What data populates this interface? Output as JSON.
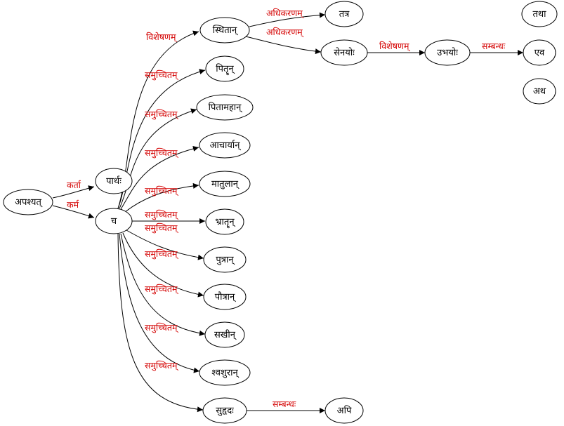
{
  "graph": {
    "label_color": "#d40000",
    "nodes": [
      {
        "id": "apashyat",
        "label": "अपश्यत्"
      },
      {
        "id": "parthah",
        "label": "पार्थः"
      },
      {
        "id": "ca",
        "label": "च"
      },
      {
        "id": "sthitan",
        "label": "स्थितान्"
      },
      {
        "id": "pitrn",
        "label": "पितॄन्"
      },
      {
        "id": "pitamahan",
        "label": "पितामहान्"
      },
      {
        "id": "acaryan",
        "label": "आचार्यान्"
      },
      {
        "id": "matulan",
        "label": "मातुलान्"
      },
      {
        "id": "bhratrn",
        "label": "भ्रातॄन्"
      },
      {
        "id": "putran",
        "label": "पुत्रान्"
      },
      {
        "id": "pautran",
        "label": "पौत्रान्"
      },
      {
        "id": "sakhin",
        "label": "सखीन्"
      },
      {
        "id": "shvashuran",
        "label": "श्वशुरान्"
      },
      {
        "id": "suhrdah",
        "label": "सुहृदः"
      },
      {
        "id": "tatra",
        "label": "तत्र"
      },
      {
        "id": "senayoh",
        "label": "सेनयोः"
      },
      {
        "id": "ubhayoh",
        "label": "उभयोः"
      },
      {
        "id": "eva",
        "label": "एव"
      },
      {
        "id": "api",
        "label": "अपि"
      },
      {
        "id": "tatha",
        "label": "तथा"
      },
      {
        "id": "atha",
        "label": "अथ"
      }
    ],
    "edges": [
      {
        "from": "apashyat",
        "to": "parthah",
        "label": "कर्ता"
      },
      {
        "from": "apashyat",
        "to": "ca",
        "label": "कर्म"
      },
      {
        "from": "ca",
        "to": "sthitan",
        "label": "विशेषणम्"
      },
      {
        "from": "ca",
        "to": "pitrn",
        "label": "समुच्चितम्"
      },
      {
        "from": "ca",
        "to": "pitamahan",
        "label": "समुच्चितम्"
      },
      {
        "from": "ca",
        "to": "acaryan",
        "label": "समुच्चितम्"
      },
      {
        "from": "ca",
        "to": "matulan",
        "label": "समुच्चितम्"
      },
      {
        "from": "ca",
        "to": "bhratrn",
        "label": "समुच्चितम्"
      },
      {
        "from": "ca",
        "to": "putran",
        "label": "समुच्चितम्"
      },
      {
        "from": "ca",
        "to": "pautran",
        "label": "समुच्चितम्"
      },
      {
        "from": "ca",
        "to": "sakhin",
        "label": "समुच्चितम्"
      },
      {
        "from": "ca",
        "to": "shvashuran",
        "label": "समुच्चितम्"
      },
      {
        "from": "ca",
        "to": "suhrdah",
        "label": "समुच्चितम्"
      },
      {
        "from": "sthitan",
        "to": "tatra",
        "label": "अधिकरणम्"
      },
      {
        "from": "sthitan",
        "to": "senayoh",
        "label": "अधिकरणम्"
      },
      {
        "from": "senayoh",
        "to": "ubhayoh",
        "label": "विशेषणम्"
      },
      {
        "from": "ubhayoh",
        "to": "eva",
        "label": "सम्बन्धः"
      },
      {
        "from": "suhrdah",
        "to": "api",
        "label": "सम्बन्धः"
      }
    ]
  }
}
